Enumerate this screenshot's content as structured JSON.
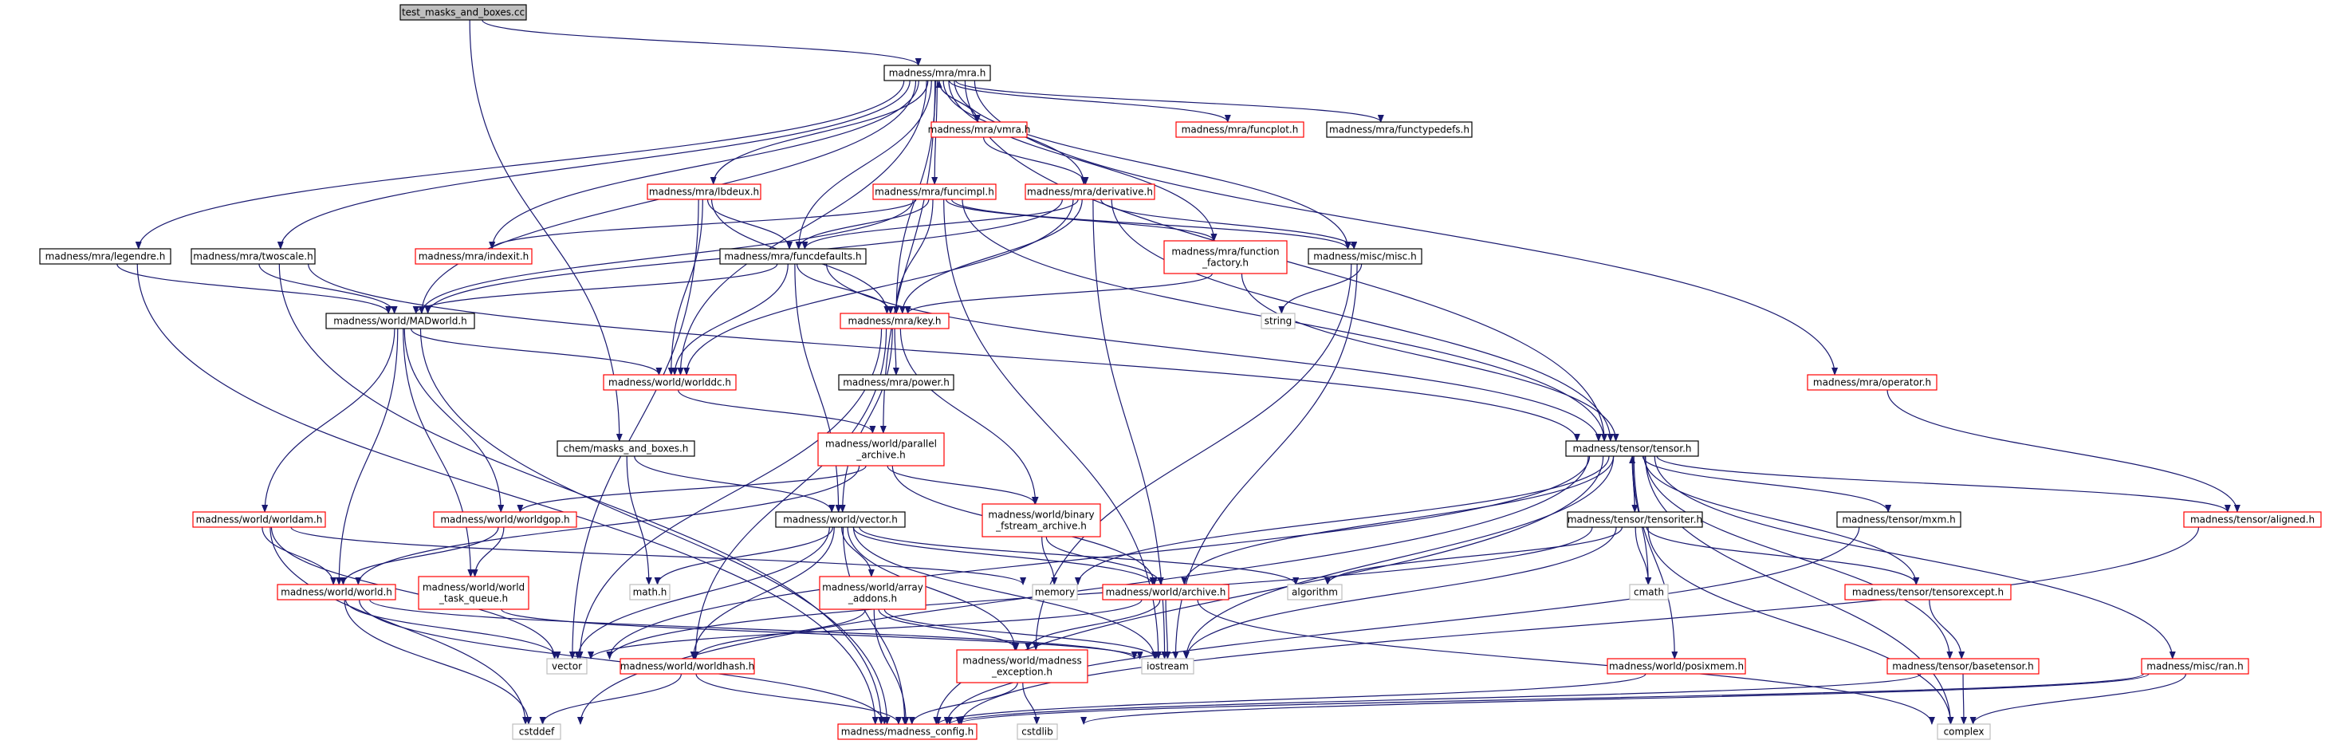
{
  "diagram": {
    "kind": "include-dependency-graph",
    "colors": {
      "edge": "#191970",
      "box_linked": "#ff0000",
      "box_plain": "#000000",
      "box_external": "#bfbfbf",
      "box_root_fill": "#bfbfbf",
      "text": "#000000"
    },
    "nodes": [
      {
        "id": "root",
        "label": "test_masks_and_boxes.cc",
        "style": "root"
      },
      {
        "id": "mra",
        "label": "madness/mra/mra.h",
        "style": "plain"
      },
      {
        "id": "vmra",
        "label": "madness/mra/vmra.h",
        "style": "linked"
      },
      {
        "id": "funcplot",
        "label": "madness/mra/funcplot.h",
        "style": "linked"
      },
      {
        "id": "functypedefs",
        "label": "madness/mra/functypedefs.h",
        "style": "plain"
      },
      {
        "id": "lbdeux",
        "label": "madness/mra/lbdeux.h",
        "style": "linked"
      },
      {
        "id": "funcimpl",
        "label": "madness/mra/funcimpl.h",
        "style": "linked"
      },
      {
        "id": "derivative",
        "label": "madness/mra/derivative.h",
        "style": "linked"
      },
      {
        "id": "legendre",
        "label": "madness/mra/legendre.h",
        "style": "plain"
      },
      {
        "id": "twoscale",
        "label": "madness/mra/twoscale.h",
        "style": "plain"
      },
      {
        "id": "indexit",
        "label": "madness/mra/indexit.h",
        "style": "linked"
      },
      {
        "id": "funcdefaults",
        "label": "madness/mra/funcdefaults.h",
        "style": "plain"
      },
      {
        "id": "function_factory",
        "label": "madness/mra/function\n_factory.h",
        "style": "linked"
      },
      {
        "id": "misc",
        "label": "madness/misc/misc.h",
        "style": "plain"
      },
      {
        "id": "string",
        "label": "string",
        "style": "external"
      },
      {
        "id": "madworld",
        "label": "madness/world/MADworld.h",
        "style": "plain"
      },
      {
        "id": "key",
        "label": "madness/mra/key.h",
        "style": "linked"
      },
      {
        "id": "worlddc",
        "label": "madness/world/worlddc.h",
        "style": "linked"
      },
      {
        "id": "power",
        "label": "madness/mra/power.h",
        "style": "plain"
      },
      {
        "id": "operator",
        "label": "madness/mra/operator.h",
        "style": "linked"
      },
      {
        "id": "masks",
        "label": "chem/masks_and_boxes.h",
        "style": "plain"
      },
      {
        "id": "parallel_archive",
        "label": "madness/world/parallel\n_archive.h",
        "style": "linked"
      },
      {
        "id": "tensor",
        "label": "madness/tensor/tensor.h",
        "style": "plain"
      },
      {
        "id": "worldam",
        "label": "madness/world/worldam.h",
        "style": "linked"
      },
      {
        "id": "worldgop",
        "label": "madness/world/worldgop.h",
        "style": "linked"
      },
      {
        "id": "vector_h",
        "label": "madness/world/vector.h",
        "style": "plain"
      },
      {
        "id": "binary_fstream",
        "label": "madness/world/binary\n_fstream_archive.h",
        "style": "linked"
      },
      {
        "id": "tensoriter",
        "label": "madness/tensor/tensoriter.h",
        "style": "plain"
      },
      {
        "id": "mxm",
        "label": "madness/tensor/mxm.h",
        "style": "plain"
      },
      {
        "id": "aligned",
        "label": "madness/tensor/aligned.h",
        "style": "linked"
      },
      {
        "id": "world_h",
        "label": "madness/world/world.h",
        "style": "linked"
      },
      {
        "id": "task_queue",
        "label": "madness/world/world\n_task_queue.h",
        "style": "linked"
      },
      {
        "id": "math",
        "label": "math.h",
        "style": "external"
      },
      {
        "id": "memory",
        "label": "memory",
        "style": "external"
      },
      {
        "id": "array_addons",
        "label": "madness/world/array\n_addons.h",
        "style": "linked"
      },
      {
        "id": "archive",
        "label": "madness/world/archive.h",
        "style": "linked"
      },
      {
        "id": "algorithm",
        "label": "algorithm",
        "style": "external"
      },
      {
        "id": "cmath",
        "label": "cmath",
        "style": "external"
      },
      {
        "id": "tensorexcept",
        "label": "madness/tensor/tensorexcept.h",
        "style": "linked"
      },
      {
        "id": "vector",
        "label": "vector",
        "style": "external"
      },
      {
        "id": "worldhash",
        "label": "madness/world/worldhash.h",
        "style": "linked"
      },
      {
        "id": "madness_exception",
        "label": "madness/world/madness\n_exception.h",
        "style": "linked"
      },
      {
        "id": "iostream",
        "label": "iostream",
        "style": "external"
      },
      {
        "id": "posixmem",
        "label": "madness/world/posixmem.h",
        "style": "linked"
      },
      {
        "id": "basetensor",
        "label": "madness/tensor/basetensor.h",
        "style": "linked"
      },
      {
        "id": "ran",
        "label": "madness/misc/ran.h",
        "style": "linked"
      },
      {
        "id": "cstddef",
        "label": "cstddef",
        "style": "external"
      },
      {
        "id": "madness_config",
        "label": "madness/madness_config.h",
        "style": "linked"
      },
      {
        "id": "cstdlib",
        "label": "cstdlib",
        "style": "external"
      },
      {
        "id": "complex",
        "label": "complex",
        "style": "external"
      }
    ],
    "edges": [
      [
        "root",
        "mra"
      ],
      [
        "root",
        "masks"
      ],
      [
        "mra",
        "vmra"
      ],
      [
        "vmra",
        "mra"
      ],
      [
        "mra",
        "funcplot"
      ],
      [
        "mra",
        "functypedefs"
      ],
      [
        "mra",
        "lbdeux"
      ],
      [
        "mra",
        "funcimpl"
      ],
      [
        "mra",
        "derivative"
      ],
      [
        "mra",
        "legendre"
      ],
      [
        "mra",
        "twoscale"
      ],
      [
        "mra",
        "indexit"
      ],
      [
        "mra",
        "funcdefaults"
      ],
      [
        "mra",
        "function_factory"
      ],
      [
        "mra",
        "misc"
      ],
      [
        "mra",
        "madworld"
      ],
      [
        "mra",
        "key"
      ],
      [
        "mra",
        "worlddc"
      ],
      [
        "mra",
        "parallel_archive"
      ],
      [
        "mra",
        "tensor"
      ],
      [
        "mra",
        "operator"
      ],
      [
        "vmra",
        "derivative"
      ],
      [
        "lbdeux",
        "funcdefaults"
      ],
      [
        "lbdeux",
        "key"
      ],
      [
        "lbdeux",
        "worlddc"
      ],
      [
        "lbdeux",
        "vector"
      ],
      [
        "funcimpl",
        "indexit"
      ],
      [
        "funcimpl",
        "funcdefaults"
      ],
      [
        "funcimpl",
        "function_factory"
      ],
      [
        "funcimpl",
        "misc"
      ],
      [
        "funcimpl",
        "key"
      ],
      [
        "funcimpl",
        "madworld"
      ],
      [
        "funcimpl",
        "tensor"
      ],
      [
        "funcimpl",
        "iostream"
      ],
      [
        "derivative",
        "funcdefaults"
      ],
      [
        "derivative",
        "misc"
      ],
      [
        "derivative",
        "key"
      ],
      [
        "derivative",
        "worlddc"
      ],
      [
        "derivative",
        "tensor"
      ],
      [
        "derivative",
        "madworld"
      ],
      [
        "derivative",
        "iostream"
      ],
      [
        "legendre",
        "madworld"
      ],
      [
        "legendre",
        "madness_config"
      ],
      [
        "twoscale",
        "madworld"
      ],
      [
        "twoscale",
        "tensor"
      ],
      [
        "twoscale",
        "madness_config"
      ],
      [
        "funcdefaults",
        "madworld"
      ],
      [
        "funcdefaults",
        "key"
      ],
      [
        "funcdefaults",
        "worlddc"
      ],
      [
        "funcdefaults",
        "vector_h"
      ],
      [
        "funcdefaults",
        "tensor"
      ],
      [
        "function_factory",
        "key"
      ],
      [
        "function_factory",
        "tensor"
      ],
      [
        "misc",
        "string"
      ],
      [
        "misc",
        "iostream"
      ],
      [
        "misc",
        "madness_exception"
      ],
      [
        "madworld",
        "worlddc"
      ],
      [
        "madworld",
        "worldam"
      ],
      [
        "madworld",
        "worldgop"
      ],
      [
        "madworld",
        "world_h"
      ],
      [
        "madworld",
        "task_queue"
      ],
      [
        "madworld",
        "madness_config"
      ],
      [
        "key",
        "power"
      ],
      [
        "key",
        "vector_h"
      ],
      [
        "key",
        "binary_fstream"
      ],
      [
        "key",
        "vector"
      ],
      [
        "key",
        "worldhash"
      ],
      [
        "worlddc",
        "parallel_archive"
      ],
      [
        "operator",
        "aligned"
      ],
      [
        "masks",
        "math"
      ],
      [
        "masks",
        "vector_h"
      ],
      [
        "parallel_archive",
        "worldgop"
      ],
      [
        "parallel_archive",
        "binary_fstream"
      ],
      [
        "parallel_archive",
        "archive"
      ],
      [
        "parallel_archive",
        "world_h"
      ],
      [
        "tensor",
        "tensoriter"
      ],
      [
        "tensor",
        "mxm"
      ],
      [
        "tensor",
        "aligned"
      ],
      [
        "tensor",
        "memory"
      ],
      [
        "tensor",
        "archive"
      ],
      [
        "tensor",
        "cmath"
      ],
      [
        "tensor",
        "tensorexcept"
      ],
      [
        "tensor",
        "vector"
      ],
      [
        "tensor",
        "posixmem"
      ],
      [
        "tensor",
        "basetensor"
      ],
      [
        "tensor",
        "ran"
      ],
      [
        "tensor",
        "iostream"
      ],
      [
        "tensor",
        "complex"
      ],
      [
        "tensor",
        "cstddef"
      ],
      [
        "tensor",
        "madness_config"
      ],
      [
        "tensoriter",
        "tensor"
      ],
      [
        "tensoriter",
        "algorithm"
      ],
      [
        "tensoriter",
        "cmath"
      ],
      [
        "tensoriter",
        "tensorexcept"
      ],
      [
        "tensoriter",
        "iostream"
      ],
      [
        "tensoriter",
        "vector"
      ],
      [
        "tensoriter",
        "complex"
      ],
      [
        "worldam",
        "world_h"
      ],
      [
        "worldam",
        "memory"
      ],
      [
        "worldam",
        "vector"
      ],
      [
        "worldam",
        "cstddef"
      ],
      [
        "worldgop",
        "world_h"
      ],
      [
        "worldgop",
        "task_queue"
      ],
      [
        "vector_h",
        "math"
      ],
      [
        "vector_h",
        "algorithm"
      ],
      [
        "vector_h",
        "array_addons"
      ],
      [
        "vector_h",
        "archive"
      ],
      [
        "vector_h",
        "vector"
      ],
      [
        "vector_h",
        "worldhash"
      ],
      [
        "vector_h",
        "iostream"
      ],
      [
        "vector_h",
        "madness_exception"
      ],
      [
        "vector_h",
        "madness_config"
      ],
      [
        "binary_fstream",
        "archive"
      ],
      [
        "binary_fstream",
        "memory"
      ],
      [
        "mxm",
        "madness_config"
      ],
      [
        "aligned",
        "madness_config"
      ],
      [
        "world_h",
        "vector"
      ],
      [
        "world_h",
        "iostream"
      ],
      [
        "world_h",
        "cstddef"
      ],
      [
        "world_h",
        "madness_config"
      ],
      [
        "task_queue",
        "iostream"
      ],
      [
        "array_addons",
        "worldhash"
      ],
      [
        "array_addons",
        "madness_exception"
      ],
      [
        "array_addons",
        "iostream"
      ],
      [
        "array_addons",
        "madness_config"
      ],
      [
        "archive",
        "vector"
      ],
      [
        "archive",
        "iostream"
      ],
      [
        "archive",
        "madness_exception"
      ],
      [
        "archive",
        "complex"
      ],
      [
        "tensorexcept",
        "basetensor"
      ],
      [
        "worldhash",
        "cstddef"
      ],
      [
        "worldhash",
        "madness_config"
      ],
      [
        "madness_exception",
        "madness_config"
      ],
      [
        "madness_exception",
        "cstdlib"
      ],
      [
        "posixmem",
        "madness_config"
      ],
      [
        "basetensor",
        "madness_config"
      ],
      [
        "basetensor",
        "complex"
      ],
      [
        "ran",
        "madness_config"
      ],
      [
        "ran",
        "complex"
      ],
      [
        "ran",
        "cstdlib"
      ]
    ]
  }
}
